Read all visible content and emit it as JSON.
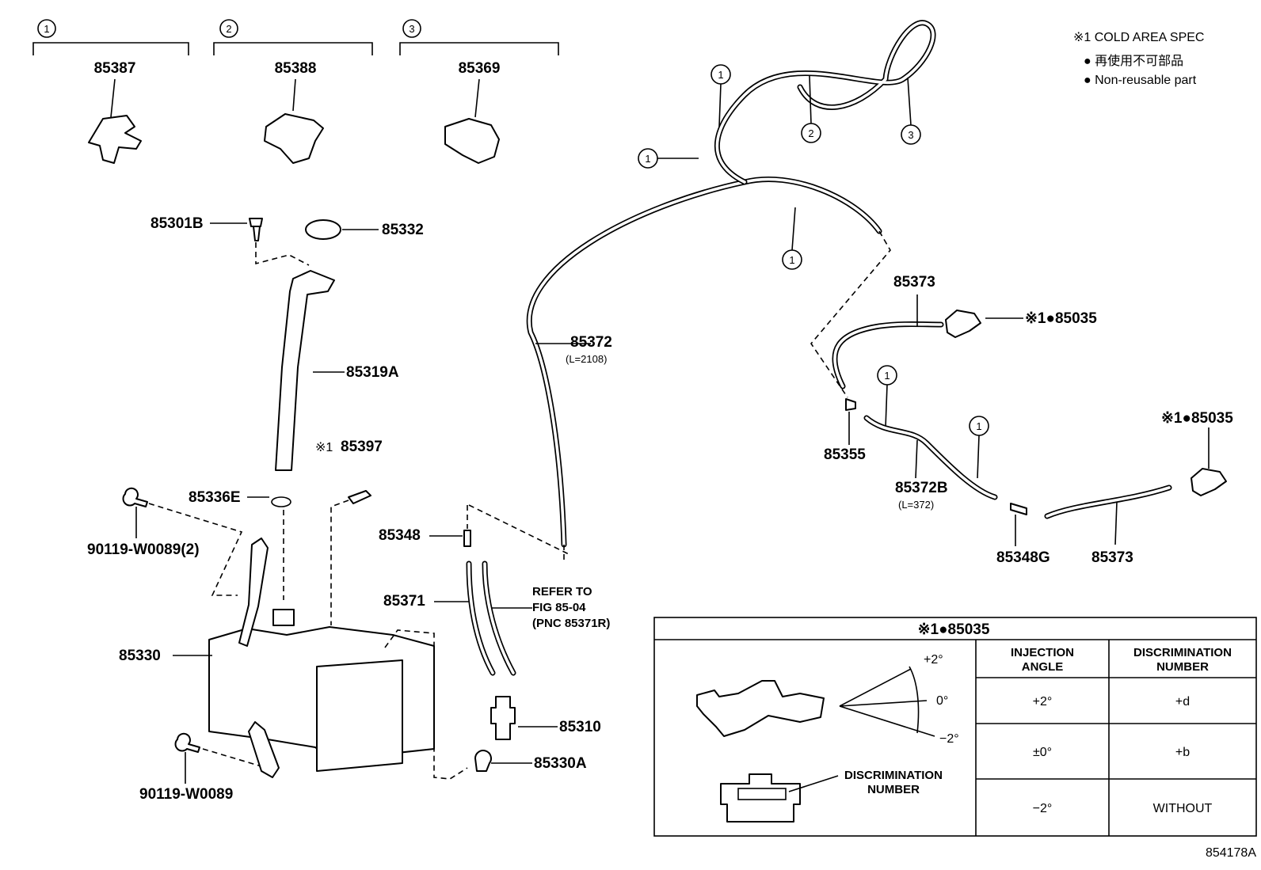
{
  "legend": {
    "cold_area": "※1 COLD AREA SPEC",
    "jp_note": "● 再使用不可部品",
    "non_reusable": "● Non-reusable part"
  },
  "clip_headers": [
    {
      "circle": "1",
      "part": "85387"
    },
    {
      "circle": "2",
      "part": "85388"
    },
    {
      "circle": "3",
      "part": "85369"
    }
  ],
  "hose_clip_markers": [
    "1",
    "1",
    "2",
    "3",
    "1",
    "1",
    "1"
  ],
  "parts": {
    "p85301B": "85301B",
    "p85332": "85332",
    "p85319A": "85319A",
    "p85397_mark": "※1",
    "p85397": "85397",
    "p85336E": "85336E",
    "p90119_2": "90119-W0089(2)",
    "p85330": "85330",
    "p90119": "90119-W0089",
    "p85348": "85348",
    "p85371": "85371",
    "p85310": "85310",
    "p85330A": "85330A",
    "p85372": "85372",
    "p85372_len": "(L=2108)",
    "p85373_top": "85373",
    "p85035_top": "※1●85035",
    "p85355": "85355",
    "p85372B": "85372B",
    "p85372B_len": "(L=372)",
    "p85348G": "85348G",
    "p85373_bottom": "85373",
    "p85035_right": "※1●85035"
  },
  "refer_note": [
    "REFER TO",
    "FIG 85-04",
    "(PNC 85371R)"
  ],
  "nozzle_table": {
    "title": "※1●85035",
    "col_headers": [
      "INJECTION\nANGLE",
      "DISCRIMINATION\nNUMBER"
    ],
    "rows": [
      {
        "angle": "+2°",
        "disc": "+d"
      },
      {
        "angle": "±0°",
        "disc": "+b"
      },
      {
        "angle": "−2°",
        "disc": "WITHOUT"
      }
    ],
    "angle_labels": [
      "+2°",
      "0°",
      "−2°"
    ],
    "disc_callout": [
      "DISCRIMINATION",
      "NUMBER"
    ]
  },
  "figure_id": "854178A"
}
